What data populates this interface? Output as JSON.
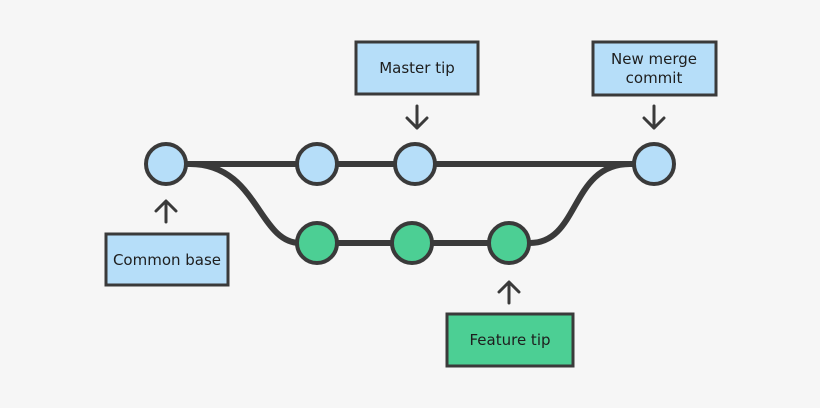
{
  "diagram": {
    "labels": {
      "master_tip": "Master tip",
      "merge_commit_line1": "New merge",
      "merge_commit_line2": "commit",
      "common_base": "Common base",
      "feature_tip": "Feature tip"
    },
    "colors": {
      "background": "#f6f6f6",
      "master_fill": "#b6def9",
      "feature_fill": "#4ccf94",
      "stroke": "#3a3a3a"
    },
    "master_commit_count": 4,
    "feature_commit_count": 3
  }
}
